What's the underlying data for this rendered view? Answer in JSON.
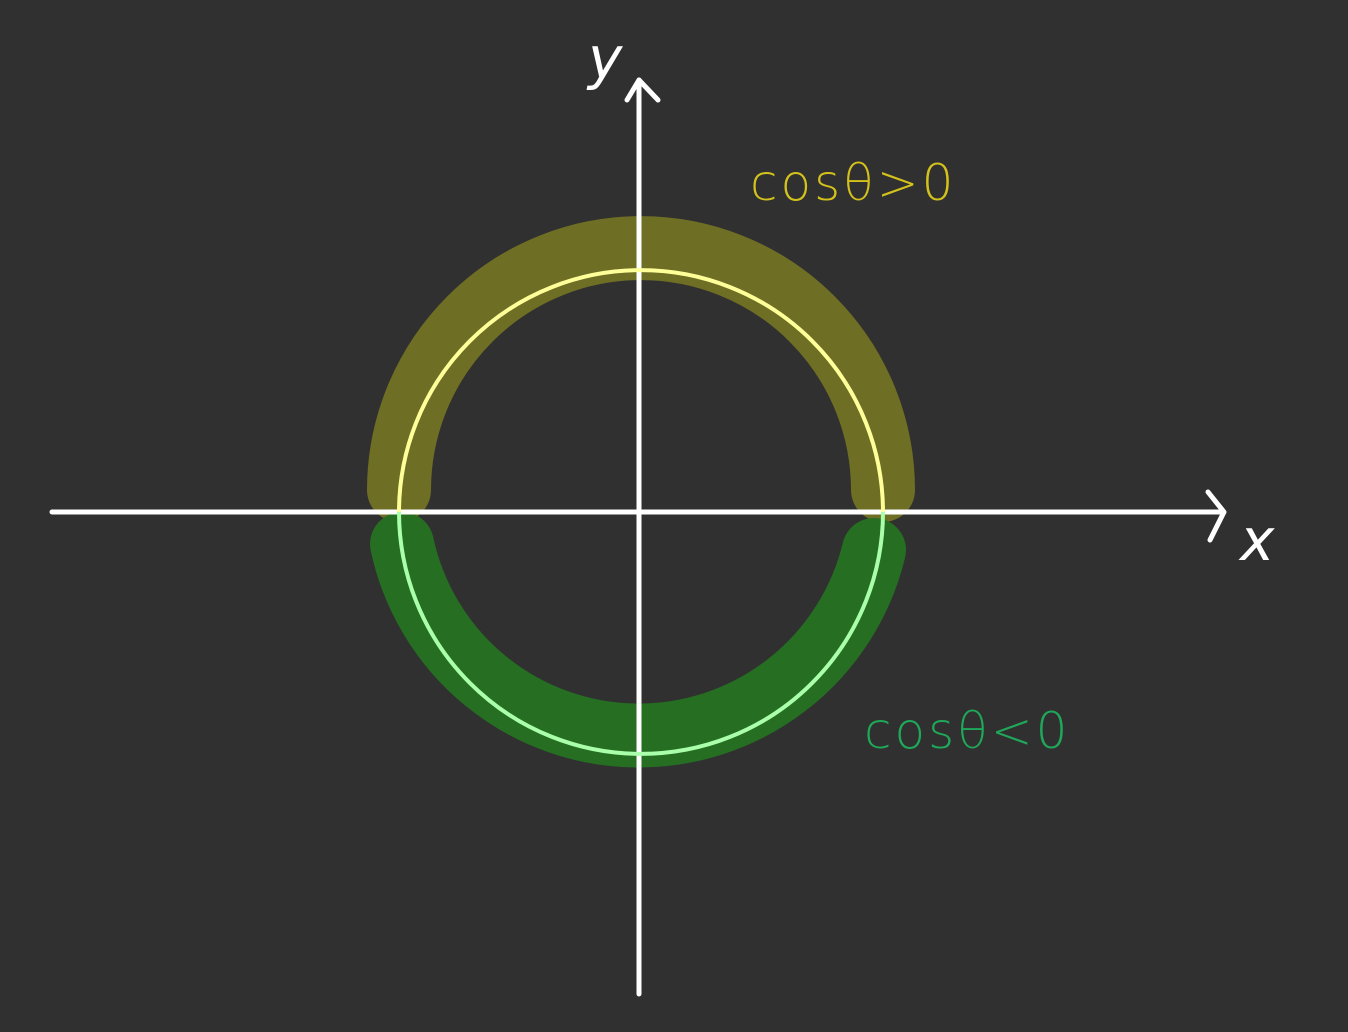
{
  "colors": {
    "background": "#303030",
    "axis": "#ffffff",
    "upper_band": "#6e6e24",
    "upper_line": "#ffff99",
    "lower_band": "#256e22",
    "lower_line": "#aaffaa",
    "upper_label": "#d4c21c",
    "lower_label": "#1fa85a"
  },
  "axes": {
    "x_label": "x",
    "y_label": "y"
  },
  "regions": {
    "upper_label": "cosθ>0",
    "lower_label": "cosθ<0"
  }
}
